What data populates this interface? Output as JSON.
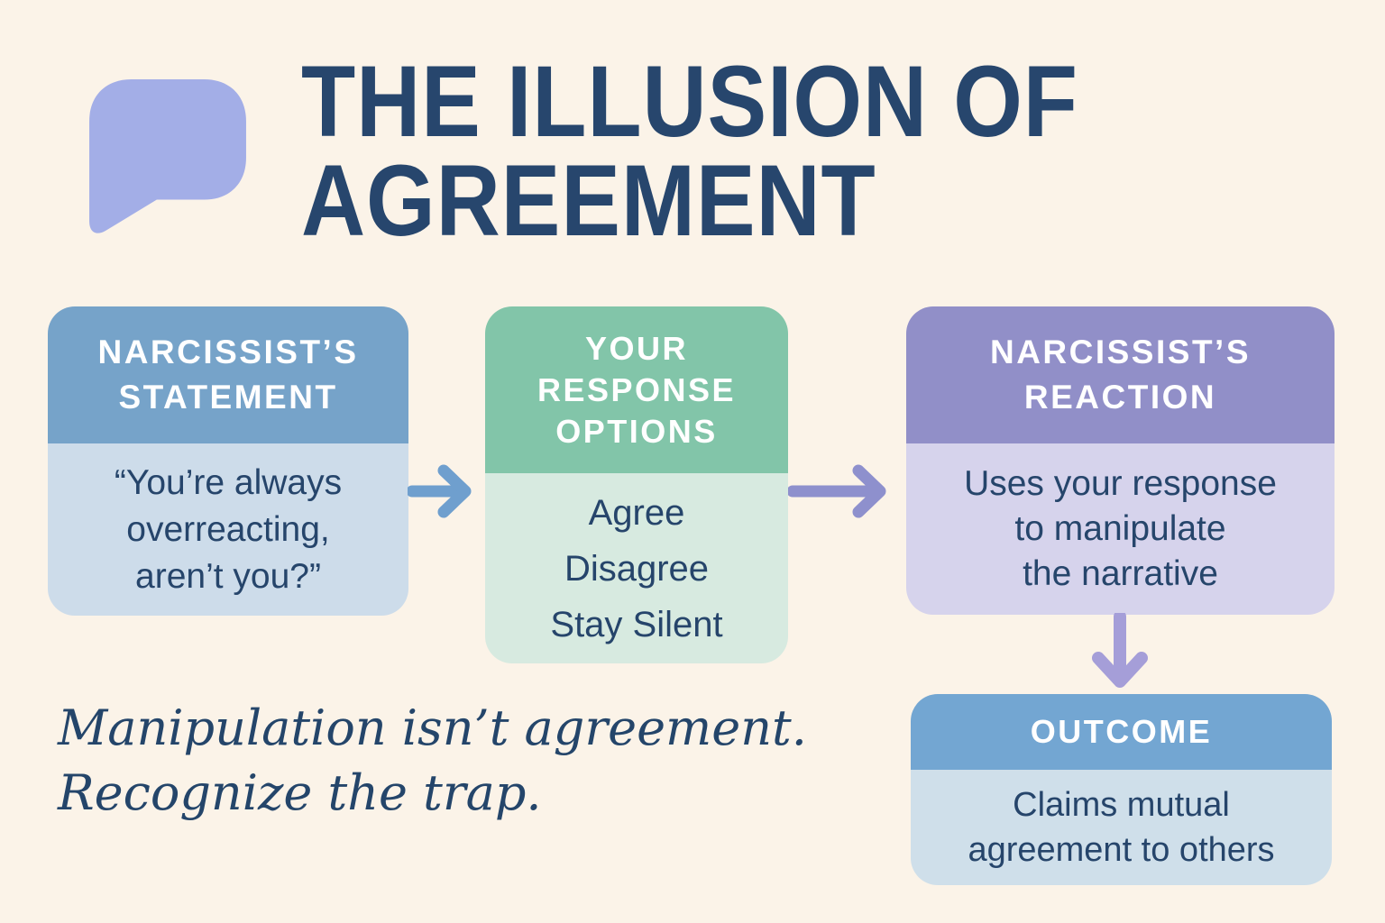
{
  "page": {
    "background_color": "#fbf3e8"
  },
  "header": {
    "icon": "speech-bubble",
    "icon_color": "#a3aee7",
    "title_line1": "THE ILLUSION OF",
    "title_line2": "AGREEMENT",
    "title_color": "#27466d"
  },
  "flow": {
    "text_color": "#26456b",
    "boxes": [
      {
        "id": "narcissists-statement",
        "header_lines": [
          "NARCISSIST’S",
          "STATEMENT"
        ],
        "body_lines": [
          "“You’re always",
          "overreacting,",
          "aren’t you?”"
        ],
        "header_color": "#76a3c9",
        "body_color": "#cddcea"
      },
      {
        "id": "your-response-options",
        "header_lines": [
          "YOUR",
          "RESPONSE",
          "OPTIONS"
        ],
        "body_lines": [
          "Agree",
          "Disagree",
          "Stay Silent"
        ],
        "header_color": "#82c5a9",
        "body_color": "#d7eae0"
      },
      {
        "id": "narcissists-reaction",
        "header_lines": [
          "NARCISSIST’S",
          "REACTION"
        ],
        "body_lines": [
          "Uses your response",
          "to manipulate",
          "the narrative"
        ],
        "header_color": "#918fc8",
        "body_color": "#d6d3ec"
      },
      {
        "id": "outcome",
        "header_lines": [
          "OUTCOME"
        ],
        "body_lines": [
          "Claims mutual",
          "agreement to others"
        ],
        "header_color": "#73a6d2",
        "body_color": "#cfdfea"
      }
    ],
    "arrows": [
      {
        "id": "statement-to-options",
        "direction": "right",
        "color": "#6f9fce"
      },
      {
        "id": "options-to-reaction",
        "direction": "right",
        "color": "#8e90cd"
      },
      {
        "id": "reaction-to-outcome",
        "direction": "down",
        "color": "#a59ed8"
      }
    ]
  },
  "tagline": {
    "lines": [
      "Manipulation isn’t agreement.",
      "Recognize the trap."
    ],
    "color": "#24456a"
  }
}
